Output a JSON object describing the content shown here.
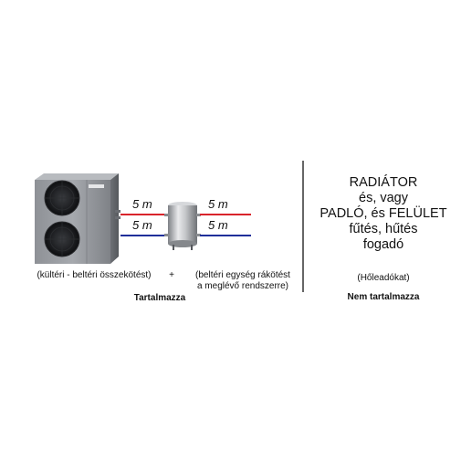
{
  "left": {
    "pipe_labels": {
      "outdoor_red": "5 m",
      "outdoor_blue": "5 m",
      "indoor_red": "5 m",
      "indoor_blue": "5 m"
    },
    "caption_outdoor": "(kültéri - beltéri összekötést)",
    "plus": "+",
    "caption_indoor_1": "(beltéri egység rákötést",
    "caption_indoor_2": "a meglévő rendszerre)",
    "included": "Tartalmazza"
  },
  "right": {
    "lines": [
      "RADIÁTOR",
      "és, vagy",
      "PADLÓ, és FELÜLET",
      "fűtés, hűtés",
      "fogadó"
    ],
    "subtitle": "(Hőleadókat)",
    "not_included": "Nem tartalmazza"
  },
  "colors": {
    "hot_pipe": "#d9232b",
    "cold_pipe": "#1f2f9a",
    "divider": "#333333"
  }
}
